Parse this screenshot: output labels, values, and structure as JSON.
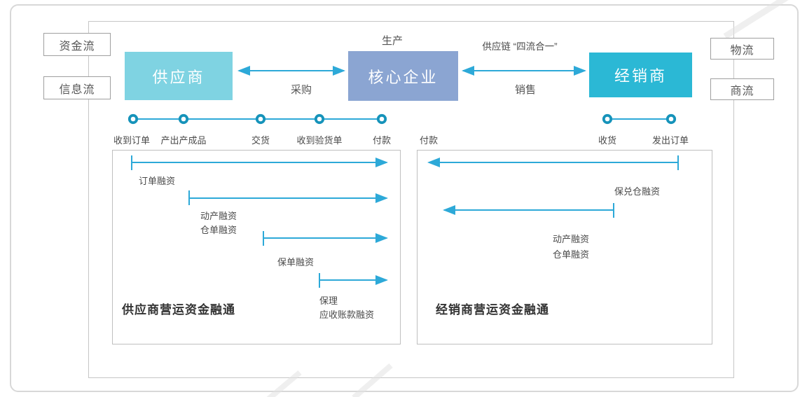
{
  "colors": {
    "supplier_box": "#7fd3e2",
    "core_box": "#8ba5d2",
    "distributor_box": "#2bb8d5",
    "arrow": "#2da9d8",
    "timeline_node": "#1693ba",
    "text": "#4a4a4a",
    "frame_border": "#c6c6c6"
  },
  "side_labels": {
    "capital_flow": "资金流",
    "information_flow": "信息流",
    "logistics_flow": "物流",
    "commerce_flow": "商流"
  },
  "top": {
    "production": "生产",
    "slogan": "供应链 “四流合一”"
  },
  "entities": {
    "supplier": "供应商",
    "core_enterprise": "核心企业",
    "distributor": "经销商"
  },
  "process_labels": {
    "procurement": "采购",
    "sales": "销售"
  },
  "timeline": {
    "supplier_events": [
      "收到订单",
      "产出产成品",
      "交货",
      "收到验货单",
      "付款"
    ],
    "distributor_events": [
      "付款",
      "收货",
      "发出订单"
    ]
  },
  "supplier_panel": {
    "title": "供应商营运资金融通",
    "financing_labels": [
      [
        "订单融资"
      ],
      [
        "动产融资",
        "仓单融资"
      ],
      [
        "保单融资"
      ],
      [
        "保理",
        "应收账款融资"
      ]
    ]
  },
  "distributor_panel": {
    "title": "经销商营运资金融通",
    "financing_labels": [
      [
        "保兑仓融资"
      ],
      [
        "动产融资",
        "仓单融资"
      ]
    ]
  }
}
